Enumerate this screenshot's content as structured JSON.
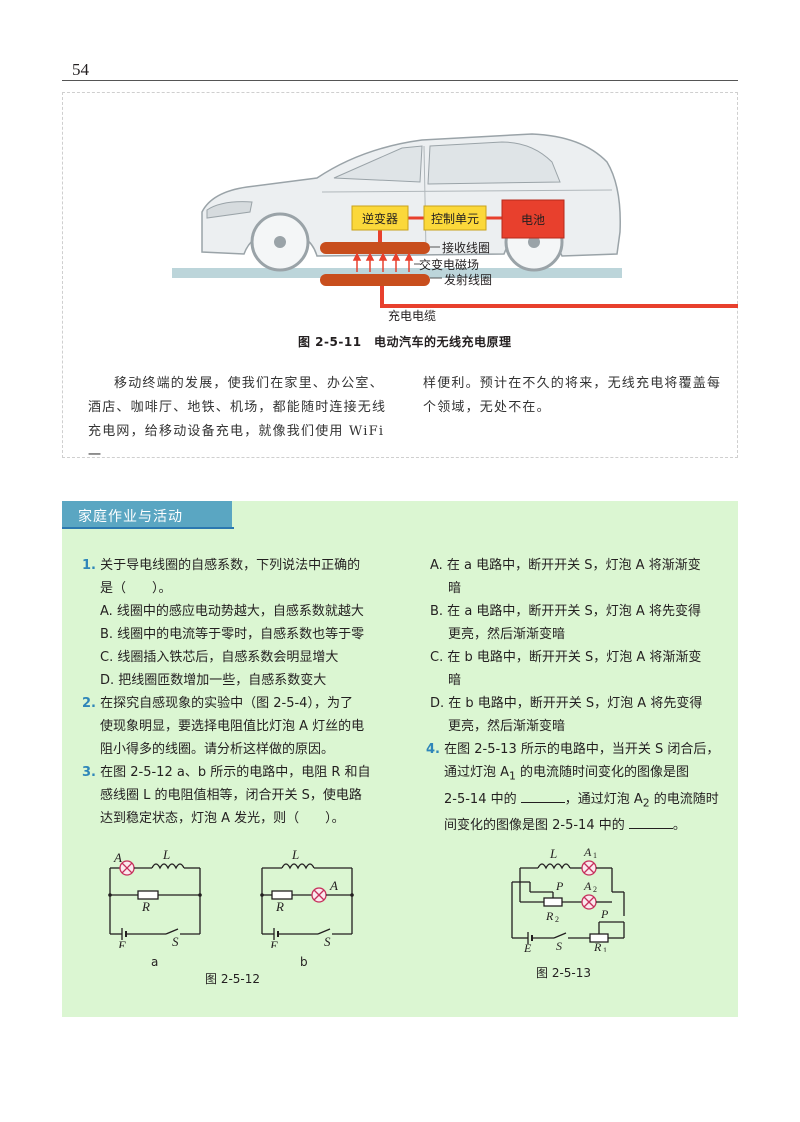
{
  "page_number": "54",
  "figure_top": {
    "labels": {
      "inverter": "逆变器",
      "control_unit": "控制单元",
      "battery": "电池",
      "receive_coil": "接收线圈",
      "em_field": "交变电磁场",
      "transmit_coil": "发射线圈",
      "cable": "充电电缆"
    },
    "caption": "图 2-5-11　电动汽车的无线充电原理",
    "colors": {
      "box_fill": "#fbd83a",
      "battery_fill": "#e8402d",
      "coil": "#c84e1d",
      "line": "#e8402d",
      "ground": "#bcd5da",
      "car_body": "#e9ecee"
    }
  },
  "paragraph": {
    "line1": "移动终端的发展，使我们在家里、办公室、",
    "line2": "酒店、咖啡厅、地铁、机场，都能随时连接无线",
    "line3": "充电网，给移动设备充电，就像我们使用 WiFi 一",
    "line4": "样便利。预计在不久的将来，无线充电将覆盖每",
    "line5": "个领域，无处不在。"
  },
  "homework": {
    "title": "家庭作业与活动",
    "q1": {
      "num": "1.",
      "stem1": "关于导电线圈的自感系数，下列说法中正确的",
      "stem2": "是（　　）。",
      "opt_a": "A. 线圈中的感应电动势越大，自感系数就越大",
      "opt_b": "B. 线圈中的电流等于零时，自感系数也等于零",
      "opt_c": "C. 线圈插入铁芯后，自感系数会明显增大",
      "opt_d": "D. 把线圈匝数增加一些，自感系数变大"
    },
    "q2": {
      "num": "2.",
      "line1": "在探究自感现象的实验中（图 2-5-4），为了",
      "line2": "使现象明显，要选择电阻值比灯泡 A 灯丝的电",
      "line3": "阻小得多的线圈。请分析这样做的原因。"
    },
    "q3": {
      "num": "3.",
      "line1": "在图 2-5-12 a、b 所示的电路中，电阻 R 和自",
      "line2": "感线圈 L 的电阻值相等，闭合开关 S，使电路",
      "line3": "达到稳定状态，灯泡 A 发光，则（　　）。",
      "opt_a1": "A. 在 a 电路中，断开开关 S，灯泡 A 将渐渐变",
      "opt_a2": "暗",
      "opt_b1": "B. 在 a 电路中，断开开关 S，灯泡 A 将先变得",
      "opt_b2": "更亮，然后渐渐变暗",
      "opt_c1": "C. 在 b 电路中，断开开关 S，灯泡 A 将渐渐变",
      "opt_c2": "暗",
      "opt_d1": "D. 在 b 电路中，断开开关 S，灯泡 A 将先变得",
      "opt_d2": "更亮，然后渐渐变暗"
    },
    "q4": {
      "num": "4.",
      "line1": "在图 2-5-13 所示的电路中，当开关 S 闭合后，",
      "line2a": "通过灯泡 A",
      "line2b": "1",
      "line2c": " 的电流随时间变化的图像是图",
      "line3a": "2-5-14 中的 ",
      "line3b": "，通过灯泡 A",
      "line3c": "2",
      "line3d": " 的电流随时",
      "line4a": "间变化的图像是图 2-5-14 中的 ",
      "line4b": "。"
    },
    "fig12": {
      "sub_a": "a",
      "sub_b": "b",
      "caption": "图 2-5-12"
    },
    "fig13": {
      "caption": "图 2-5-13"
    },
    "circuit_symbols": {
      "L": "L",
      "R": "R",
      "A": "A",
      "E": "E",
      "S": "S",
      "P": "P",
      "A1": "A",
      "A2": "A",
      "R1": "R",
      "R2": "R",
      "sub1": "1",
      "sub2": "2"
    }
  }
}
